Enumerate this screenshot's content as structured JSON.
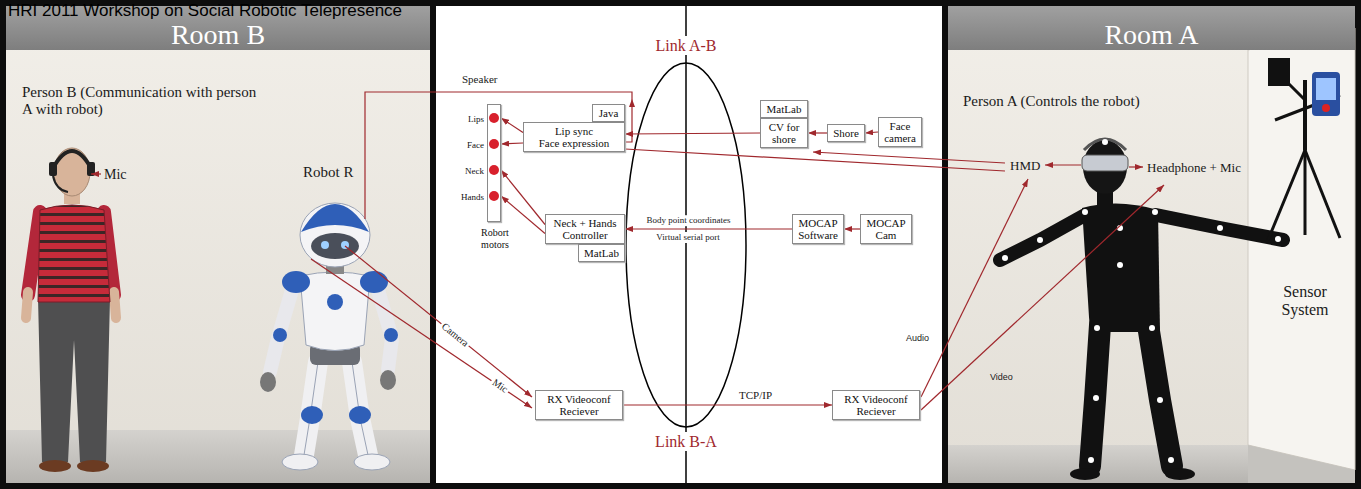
{
  "diagram": {
    "nodes": [
      {
        "text": [
          "Room B"
        ]
      },
      {
        "text": [
          "Room A"
        ]
      },
      {
        "text": [
          "Java"
        ]
      },
      {
        "text": [
          "Lip sync",
          "Face expression"
        ]
      },
      {
        "text": [
          "MatLab"
        ]
      },
      {
        "text": [
          "CV for shore"
        ]
      },
      {
        "text": [
          "Shore"
        ]
      },
      {
        "text": [
          "Face camera"
        ]
      },
      {
        "text": [
          "Lips",
          "Face",
          "Neck",
          "Hands",
          "Robort motors"
        ]
      },
      {
        "text": [
          "Neck + Hands Controller"
        ]
      },
      {
        "text": [
          "MatLab"
        ]
      },
      {
        "text": [
          "MOCAP Software"
        ]
      },
      {
        "text": [
          "MOCAP Cam"
        ]
      },
      {
        "text": [
          "RX Videoconf Reciever"
        ]
      },
      {
        "text": [
          "RX Videoconf Reciever"
        ]
      }
    ],
    "edges": [
      {
        "from": 7,
        "to": 6,
        "arrow": "to"
      },
      {
        "from": 6,
        "to": 5,
        "arrow": "to"
      },
      {
        "from": 5,
        "to": 3,
        "arrow": "to"
      },
      {
        "from": 3,
        "to": 8,
        "arrow": "to"
      },
      {
        "from": 3,
        "to": 8,
        "arrow": "to"
      },
      {
        "from": 9,
        "to": 8,
        "arrow": "to"
      },
      {
        "from": 9,
        "to": 8,
        "arrow": "to"
      },
      {
        "from": 12,
        "to": 11,
        "arrow": "to"
      },
      {
        "from": 11,
        "to": 9,
        "label": "Body point coordinates",
        "arrow": "to"
      },
      {
        "from": 13,
        "to": 14,
        "label": "TCP/IP",
        "arrow": "to"
      }
    ],
    "labels": [
      "HRI 2011 Workshop on Social Robotic Telepresence",
      "Person B (Communication with person A with robot)",
      "Mic",
      "Robot R",
      "Link A-B",
      "Speaker",
      "Virtual serial port",
      "Camera",
      "Mic",
      "Link B-A",
      "Person A (Controls the robot)",
      "HMD",
      "Headphone + Mic",
      "Sensor System",
      "Audio",
      "Video"
    ]
  }
}
